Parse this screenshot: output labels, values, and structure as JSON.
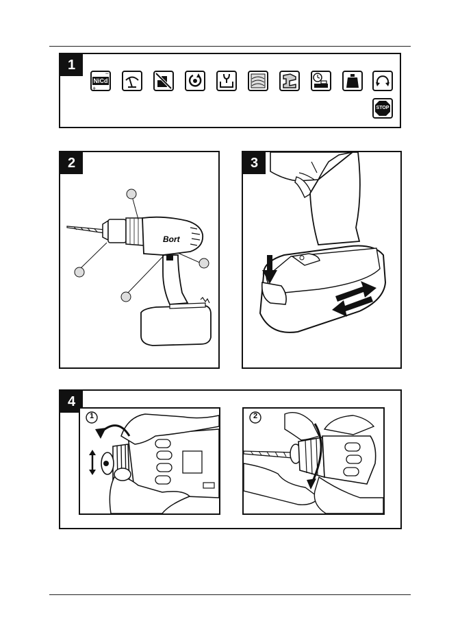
{
  "panels": {
    "p1": {
      "number": "1"
    },
    "p2": {
      "number": "2"
    },
    "p3": {
      "number": "3"
    },
    "p4": {
      "number": "4"
    }
  },
  "icons": {
    "battery_label": "NiCd",
    "battery_minus": "−",
    "battery_plus": "+",
    "stop_label": "STOP"
  },
  "drill_brand": "Bort",
  "steps": {
    "step1": "1",
    "step2": "2"
  }
}
